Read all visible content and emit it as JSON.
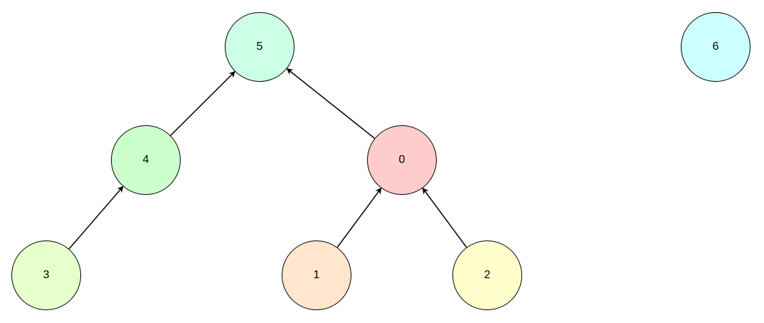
{
  "nodes": [
    {
      "id": "5",
      "label": "5",
      "color": "#ccffe6"
    },
    {
      "id": "6",
      "label": "6",
      "color": "#ccffff"
    },
    {
      "id": "4",
      "label": "4",
      "color": "#ccffcc"
    },
    {
      "id": "0",
      "label": "0",
      "color": "#ffcccc"
    },
    {
      "id": "3",
      "label": "3",
      "color": "#e6ffcc"
    },
    {
      "id": "1",
      "label": "1",
      "color": "#ffe6cc"
    },
    {
      "id": "2",
      "label": "2",
      "color": "#ffffcc"
    }
  ],
  "edges": [
    {
      "from": "4",
      "to": "5"
    },
    {
      "from": "0",
      "to": "5"
    },
    {
      "from": "3",
      "to": "4"
    },
    {
      "from": "1",
      "to": "0"
    },
    {
      "from": "2",
      "to": "0"
    }
  ]
}
